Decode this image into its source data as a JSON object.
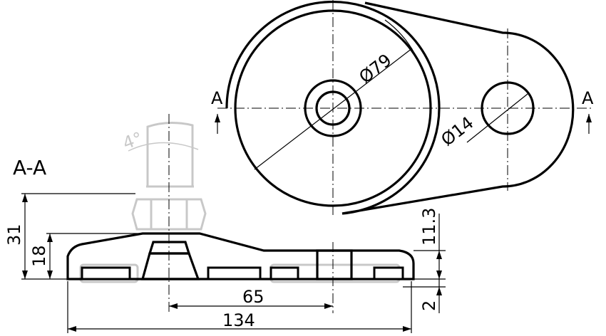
{
  "section_label": "A-A",
  "cut_marks": {
    "left": "A",
    "right": "A"
  },
  "angle_label": "4°",
  "dimensions": {
    "overall_height": "31",
    "base_height": "18",
    "center_distance": "65",
    "overall_length": "134",
    "pad_height": "11.3",
    "foot_height": "2",
    "main_diameter": "Ø79",
    "hole_diameter": "Ø14"
  }
}
